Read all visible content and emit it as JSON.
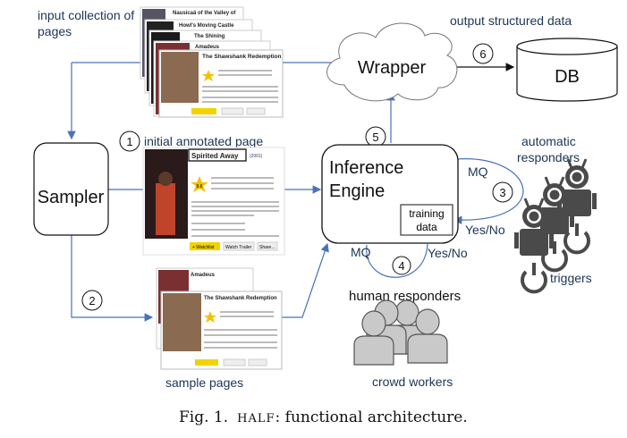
{
  "labels": {
    "input_line1": "input collection of",
    "input_line2": "pages",
    "initial_page": "initial annotated page",
    "sampler": "Sampler",
    "sample_pages": "sample pages",
    "wrapper": "Wrapper",
    "output": "output structured data",
    "db": "DB",
    "engine_line1": "Inference",
    "engine_line2": "Engine",
    "training_line1": "training",
    "training_line2": "data",
    "mq": "MQ",
    "yes_no": "Yes/No",
    "automatic_line1": "automatic",
    "automatic_line2": "responders",
    "triggers": "triggers",
    "human_responders": "human responders",
    "crowd_workers": "crowd workers"
  },
  "steps": [
    "1",
    "2",
    "3",
    "4",
    "5",
    "6"
  ],
  "page_titles": {
    "stack": [
      "Nausicaä of the Valley of",
      "Howl's Moving Castle",
      "The Shining",
      "Amadeus",
      "The Shawshank Redemption"
    ],
    "annotated": "Spirited Away",
    "annotated_year": "(2001)",
    "rating": "8.6",
    "samples": [
      "Amadeus",
      "The Shawshank Redemption"
    ],
    "buttons": [
      "+ Watchlist",
      "Watch Trailer",
      "Share..."
    ]
  },
  "caption": {
    "prefix": "Fig. 1.",
    "name": "HALF",
    "text": ": functional architecture."
  },
  "colors": {
    "arrow": "#4a72b8",
    "label": "#1c3554"
  }
}
